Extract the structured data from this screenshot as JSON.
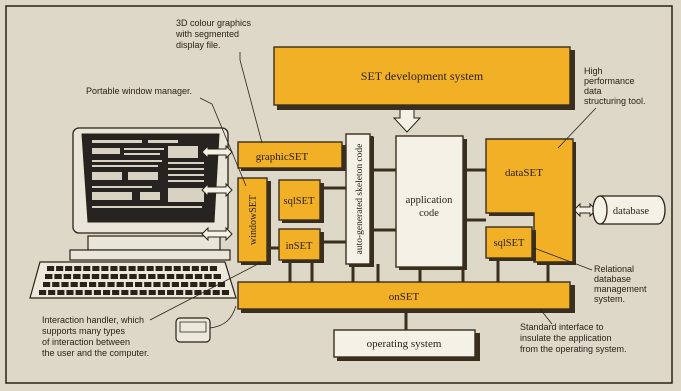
{
  "colors": {
    "module": "#f2b027",
    "background": "#ddd8c8",
    "outline": "#3a2e1e",
    "plain_box": "#f4f1e6"
  },
  "boxes": {
    "dev_system": "SET development system",
    "graphicset": "graphicSET",
    "windowset": "windowSET",
    "sqlset_left": "sqlSET",
    "inset": "inSET",
    "skeleton": "auto-generated skeleton code",
    "app_code_1": "application",
    "app_code_2": "code",
    "dataset": "dataSET",
    "sqlset_right": "sqlSET",
    "onset": "onSET",
    "os": "operating system",
    "database": "database"
  },
  "annotations": {
    "graphics": [
      "3D colour graphics",
      "with segmented",
      "display file."
    ],
    "window": [
      "Portable window manager."
    ],
    "datastruct": [
      "High",
      "performance",
      "data",
      "structuring tool."
    ],
    "relational": [
      "Relational",
      "database",
      "management",
      "system."
    ],
    "interaction": [
      "Interaction handler, which",
      "supports many types",
      "of interaction between",
      "the user and the computer."
    ],
    "standard": [
      "Standard interface to",
      "insulate the application",
      "from the operating system."
    ]
  }
}
